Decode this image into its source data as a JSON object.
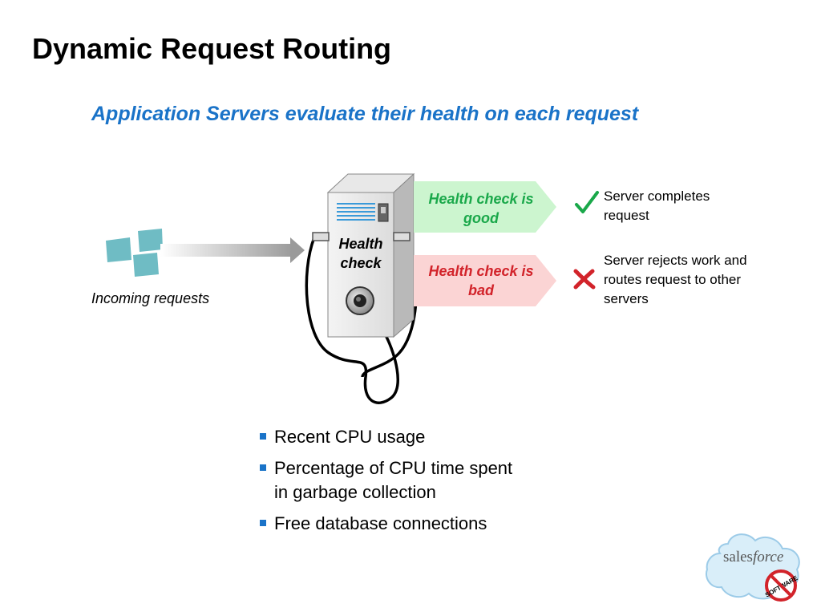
{
  "title": "Dynamic Request Routing",
  "subtitle": "Application Servers evaluate their health on each request",
  "incoming_label": "Incoming requests",
  "server_label_line1": "Health",
  "server_label_line2": "check",
  "good_banner_line1": "Health check is",
  "good_banner_line2": "good",
  "bad_banner_line1": "Health check is",
  "bad_banner_line2": "bad",
  "result_good_line1": "Server completes",
  "result_good_line2": "request",
  "result_bad_line1": "Server rejects work and",
  "result_bad_line2": "routes request to other",
  "result_bad_line3": "servers",
  "bullets": [
    {
      "line1": "Recent CPU usage",
      "line2": ""
    },
    {
      "line1": "Percentage of CPU time spent",
      "line2": "in garbage collection"
    },
    {
      "line1": "Free database connections",
      "line2": ""
    }
  ],
  "logo_text_sales": "sales",
  "logo_text_force": "force",
  "logo_badge_text": "SOFTWARE",
  "colors": {
    "accent_blue": "#1a73c8",
    "good_green": "#1aa84a",
    "bad_red": "#d2232a",
    "good_banner_fill": "#ccf5cf",
    "bad_banner_fill": "#fbd4d4",
    "request_tile": "#6fbcc4"
  }
}
